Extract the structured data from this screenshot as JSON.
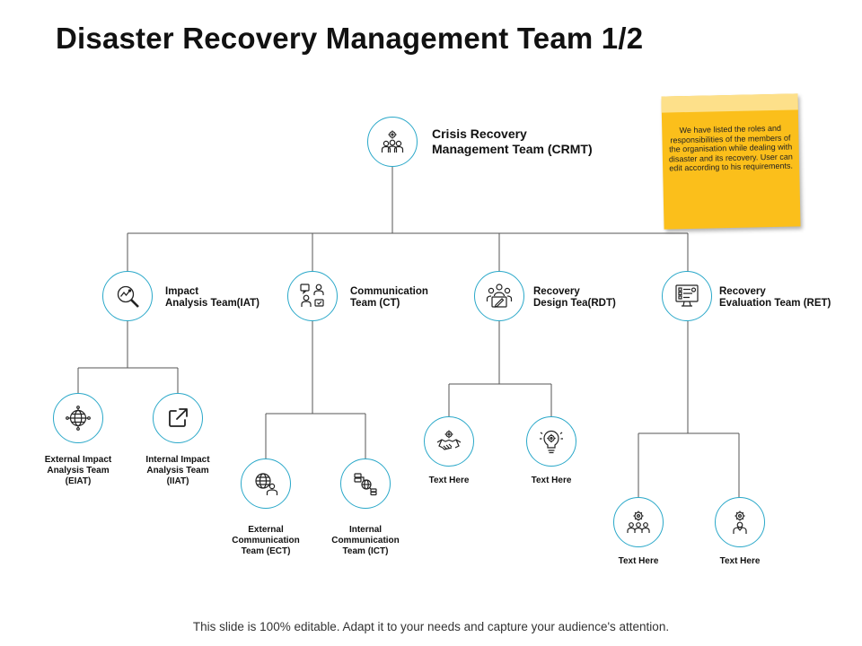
{
  "title": "Disaster Recovery Management Team 1/2",
  "root": {
    "label": "Crisis Recovery Management Team (CRMT)",
    "line1": "Crisis Recovery",
    "line2": "Management Team (CRMT)",
    "icon": "team-gear-icon"
  },
  "teams": [
    {
      "line1": "Impact",
      "line2": "Analysis Team(IAT)",
      "icon": "chart-magnifier-icon"
    },
    {
      "line1": "Communication",
      "line2": "Team (CT)",
      "icon": "chat-people-icon"
    },
    {
      "line1": "Recovery",
      "line2": "Design Tea(RDT)",
      "icon": "design-group-icon"
    },
    {
      "line1": "Recovery",
      "line2": "Evaluation Team (RET)",
      "icon": "evaluation-screen-icon"
    }
  ],
  "subteams": {
    "eiat": {
      "lines": [
        "External Impact",
        "Analysis Team",
        "(EIAT)"
      ],
      "icon": "globe-network-icon"
    },
    "iiat": {
      "lines": [
        "Internal Impact",
        "Analysis Team",
        "(IIAT)"
      ],
      "icon": "external-link-icon"
    },
    "ect": {
      "lines": [
        "External",
        "Communication",
        "Team (ECT)"
      ],
      "icon": "globe-person-icon"
    },
    "ict": {
      "lines": [
        "Internal",
        "Communication",
        "Team (ICT)"
      ],
      "icon": "network-globe-icon"
    },
    "rdt1": {
      "lines": [
        "Text Here"
      ],
      "icon": "handshake-gear-icon"
    },
    "rdt2": {
      "lines": [
        "Text Here"
      ],
      "icon": "lightbulb-gear-icon"
    },
    "ret1": {
      "lines": [
        "Text Here"
      ],
      "icon": "gear-team-icon"
    },
    "ret2": {
      "lines": [
        "Text Here"
      ],
      "icon": "person-gear-icon"
    }
  },
  "note": "We have listed the roles and responsibilities of the members of the organisation while dealing with disaster and its recovery. User can edit according to his requirements.",
  "footer": "This slide is 100% editable. Adapt it to your needs and capture your audience's attention.",
  "colors": {
    "node_border": "#2aa8c9",
    "sticky": "#fbbf1b",
    "connector": "#555555"
  }
}
